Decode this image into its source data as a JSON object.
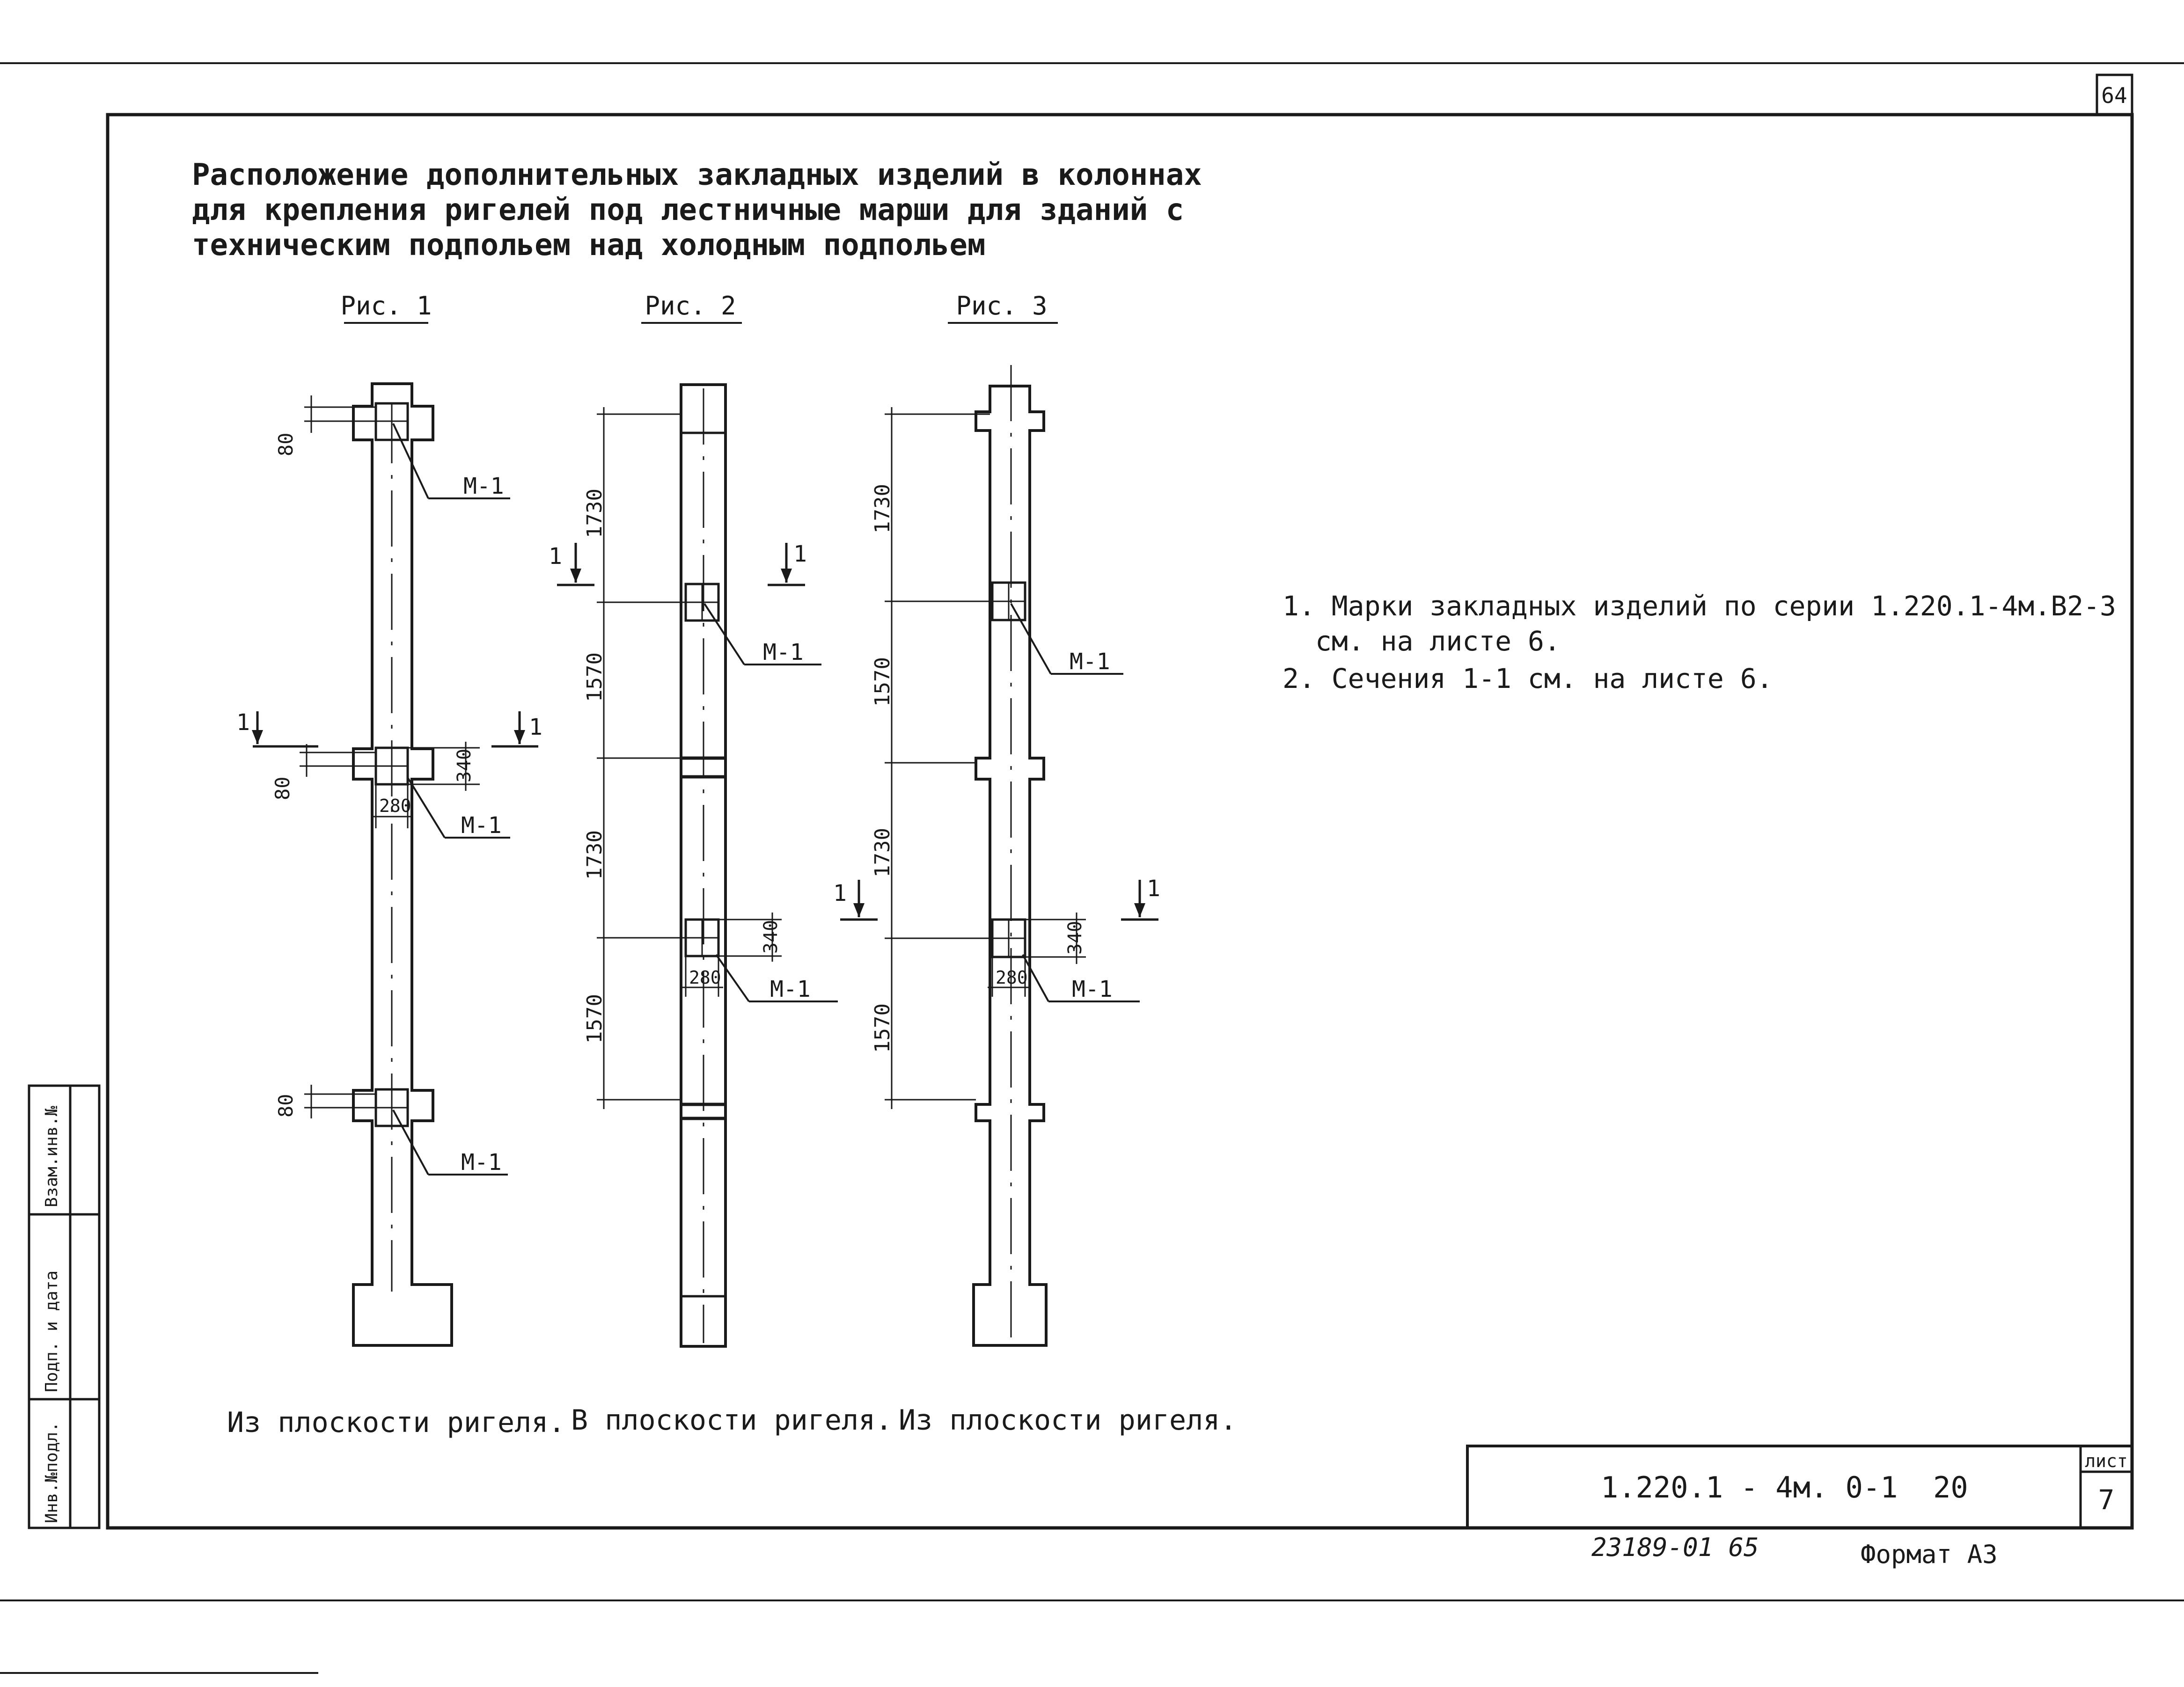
{
  "sheet": {
    "corner_number": "64",
    "title_lines": [
      "Расположение дополнительных закладных изделий в колоннах",
      "для крепления ригелей под лестничные марши для зданий с",
      "техническим подпольем над холодным подпольем"
    ],
    "figures": [
      {
        "label": "Рис. 1",
        "caption": "Из плоскости ригеля."
      },
      {
        "label": "Рис. 2",
        "caption": "В плоскости ригеля."
      },
      {
        "label": "Рис. 3",
        "caption": "Из плоскости ригеля."
      }
    ],
    "marks": {
      "item": "М-1",
      "section": "1"
    },
    "dims": {
      "d80": "80",
      "d340": "340",
      "d280": "280",
      "d1730": "1730",
      "d1570": "1570"
    },
    "notes": [
      "1. Марки закладных изделий по серии 1.220.1-4м.В2-3",
      "см. на листе 6.",
      "2. Сечения 1-1 см. на листе 6."
    ],
    "title_block": {
      "code": "1.220.1 - 4м. 0-1",
      "number": "20",
      "sheet_label": "лист",
      "sheet_no": "7"
    },
    "bottom": {
      "inventory": "23189-01 65",
      "format": "Формат А3"
    },
    "side_stamp": [
      "Инв.№подл.",
      "Подп. и дата",
      "Взам.инв.№"
    ]
  }
}
